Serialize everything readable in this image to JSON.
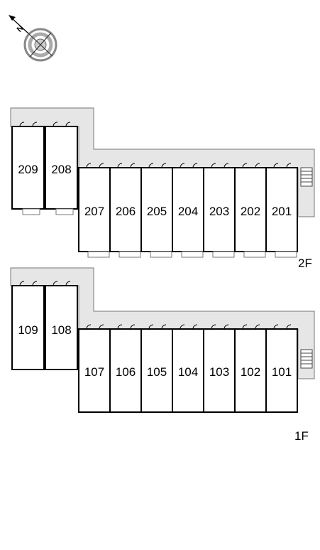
{
  "compass": {
    "letter": "N"
  },
  "floors": [
    {
      "label": "2F",
      "upper_rooms": [
        "209",
        "208"
      ],
      "lower_rooms": [
        "207",
        "206",
        "205",
        "204",
        "203",
        "202",
        "201"
      ]
    },
    {
      "label": "1F",
      "upper_rooms": [
        "109",
        "108"
      ],
      "lower_rooms": [
        "107",
        "106",
        "105",
        "104",
        "103",
        "102",
        "101"
      ]
    }
  ],
  "colors": {
    "corridor": "#e6e6e6",
    "wall": "#000000",
    "outline": "#777777"
  }
}
